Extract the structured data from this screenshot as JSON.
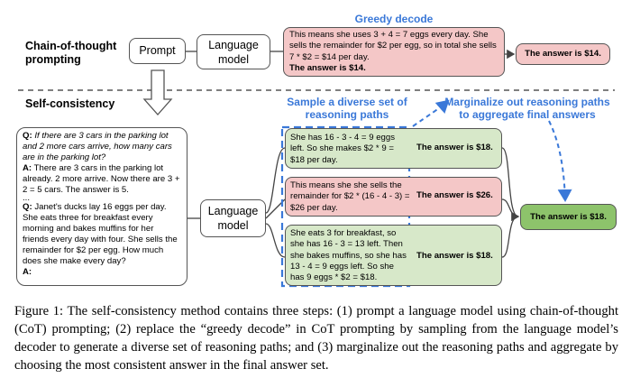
{
  "cot": {
    "title_line1": "Chain-of-thought",
    "title_line2": "prompting",
    "prompt_label": "Prompt",
    "lm_line1": "Language",
    "lm_line2": "model",
    "greedy_label": "Greedy decode",
    "greedy_text": "This means she uses 3 + 4 = 7 eggs every day. She sells the remainder for $2 per egg, so in total she sells 7 * $2 = $14 per day.",
    "greedy_answer": "The answer is $14.",
    "final_answer": "The answer is $14."
  },
  "sc": {
    "title": "Self-consistency",
    "prompt_q1_label": "Q:",
    "prompt_q1": "If there are 3 cars in the parking lot and 2 more cars arrive, how many cars are in the parking lot?",
    "prompt_a1_label": "A:",
    "prompt_a1": "There are 3 cars in the parking lot already. 2 more arrive. Now there are 3 + 2 = 5 cars. The answer is 5.",
    "prompt_ellipsis": "...",
    "prompt_q2_label": "Q:",
    "prompt_q2": "Janet's ducks lay 16 eggs per day. She eats three for breakfast every morning and bakes muffins for her friends every day with four. She sells the remainder for $2 per egg. How much does she make every day?",
    "prompt_a2_label": "A:",
    "lm_line1": "Language",
    "lm_line2": "model",
    "sample_label_line1": "Sample a diverse set of",
    "sample_label_line2": "reasoning paths",
    "marginalize_line1": "Marginalize out reasoning paths",
    "marginalize_line2": "to aggregate final answers",
    "paths": [
      {
        "text": "She has 16 - 3 - 4 = 9 eggs left. So she makes $2 * 9 = $18 per day.",
        "answer": "The answer is $18."
      },
      {
        "text": "This means she she sells the remainder for $2 * (16 - 4 - 3) = $26 per day.",
        "answer": "The answer is $26."
      },
      {
        "text": "She eats 3 for breakfast, so she has 16 - 3 = 13 left. Then she bakes muffins, so she has 13 - 4 = 9 eggs left. So she has 9 eggs * $2 = $18.",
        "answer": "The answer is $18."
      }
    ],
    "final_answer": "The answer is $18."
  },
  "caption": {
    "label": "Figure 1:",
    "text": "The self-consistency method contains three steps: (1) prompt a language model using chain-of-thought (CoT) prompting; (2) replace the “greedy decode” in CoT prompting by sampling from the language model’s decoder to generate a diverse set of reasoning paths; and (3) marginalize out the reasoning paths and aggregate by choosing the most consistent answer in the final answer set."
  },
  "colors": {
    "blue": "#3a78d8",
    "pink": "#f4c7c7",
    "light_green": "#d7e8c9",
    "dark_green": "#8dc36b"
  }
}
